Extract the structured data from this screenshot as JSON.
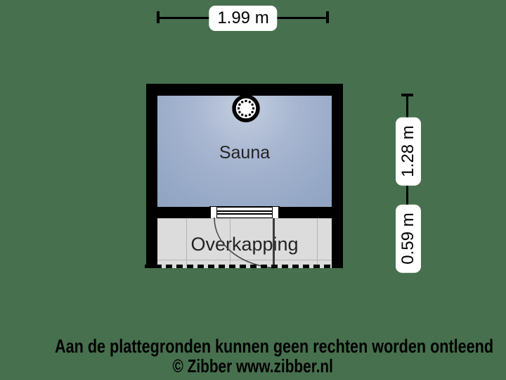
{
  "floorplan": {
    "rooms": {
      "sauna_label": "Sauna",
      "overkapping_label": "Overkapping"
    },
    "dimensions": {
      "top_width": "1.99 m",
      "sauna_height": "1.28 m",
      "overkapping_height": "0.59 m"
    },
    "icons": {
      "ceiling_light": "ceiling-spotlight-icon"
    },
    "colors": {
      "background": "#47704E",
      "wall": "#000000",
      "sauna_floor": "#96A9C6",
      "sauna_floor_highlight": "#C3CEDE",
      "overkapping_floor": "#DCDCDC",
      "dimension_label_bg": "#FFFFFF",
      "text": "#000000"
    }
  },
  "footer": {
    "disclaimer": "Aan de plattegronden kunnen geen rechten worden ontleend",
    "copyright": "© Zibber www.zibber.nl"
  }
}
